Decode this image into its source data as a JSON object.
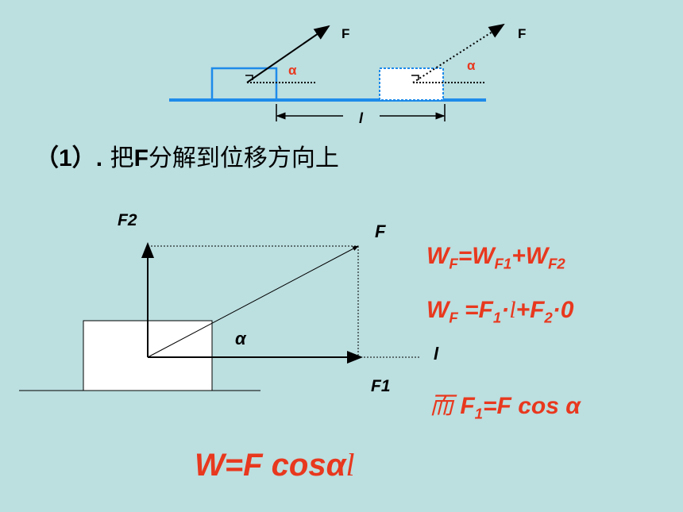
{
  "top_diagram": {
    "force_label_left": "F",
    "force_label_right": "F",
    "angle_label_left": "α",
    "angle_label_right": "α",
    "displacement_label": "l"
  },
  "step": {
    "number": "（1）",
    "dot": ".",
    "text_pre": " 把",
    "text_F": "F",
    "text_post": "分解到位移方向上"
  },
  "decomposition": {
    "f2_label": "F2",
    "f_label": "F",
    "f1_label": "F1",
    "alpha_label": "α",
    "l_label": "l"
  },
  "equations": {
    "eq1": {
      "w": "W",
      "sub_f": "F",
      "eq": "=W",
      "sub_f1": "F1",
      "plus": "+W",
      "sub_f2": "F2"
    },
    "eq2": {
      "w": "W",
      "sub_f": "F",
      "eq": " =F",
      "sub_1": "1",
      "dot_l": "·",
      "l": "l",
      "plus": "+F",
      "sub_2": "2",
      "zero": "·0"
    },
    "eq3": {
      "er": "而",
      "f": " F",
      "sub_1": "1",
      "rest": "=F cos α"
    }
  },
  "result": {
    "text": "W=F cosα",
    "l": "l"
  },
  "colors": {
    "background": "#bcdfe0",
    "red": "#e8381e",
    "blue": "#1e8bea"
  }
}
